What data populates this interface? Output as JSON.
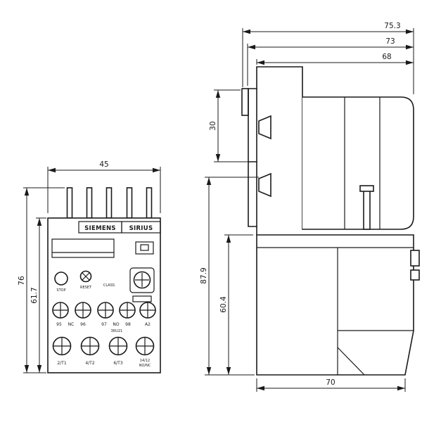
{
  "front_view": {
    "brand": "SIEMENS",
    "series": "SIRIUS",
    "controls": {
      "stop": "STOP",
      "reset": "RESET",
      "class": "CLASS",
      "model": "3RU21"
    },
    "aux_terminal_labels": [
      "95",
      "NC",
      "96",
      "97",
      "NO",
      "98",
      "A2"
    ],
    "main_terminal_labels": [
      "2/T1",
      "4/T2",
      "6/T3"
    ],
    "aux_output_label_line1": "14/12",
    "aux_output_label_line2": "NO/NC",
    "dimensions": {
      "width": "45",
      "height_total": "76",
      "height_body": "61.7"
    }
  },
  "side_view": {
    "dimensions": {
      "depth_overall": "75.3",
      "depth_with_clip": "73",
      "depth_body": "68",
      "top_section_height": "30",
      "height_overall": "87.9",
      "height_lower": "60.4",
      "bottom_depth": "70"
    }
  },
  "colors": {
    "line": "#1a1a1a",
    "background": "#ffffff"
  }
}
